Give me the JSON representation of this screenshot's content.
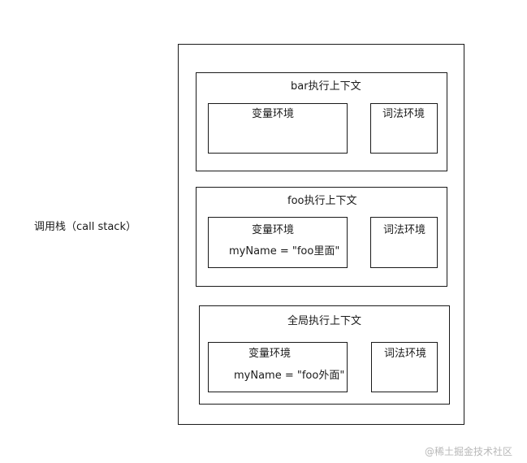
{
  "call_stack": {
    "label": "调用栈（call stack）",
    "contexts": [
      {
        "title": "bar执行上下文",
        "variable_env": {
          "title": "变量环境",
          "content": ""
        },
        "lexical_env": {
          "title": "词法环境"
        }
      },
      {
        "title": "foo执行上下文",
        "variable_env": {
          "title": "变量环境",
          "content": "myName = \"foo里面\""
        },
        "lexical_env": {
          "title": "词法环境"
        }
      },
      {
        "title": "全局执行上下文",
        "variable_env": {
          "title": "变量环境",
          "content": "myName = \"foo外面\""
        },
        "lexical_env": {
          "title": "词法环境"
        }
      }
    ]
  },
  "watermark": "@稀土掘金技术社区"
}
